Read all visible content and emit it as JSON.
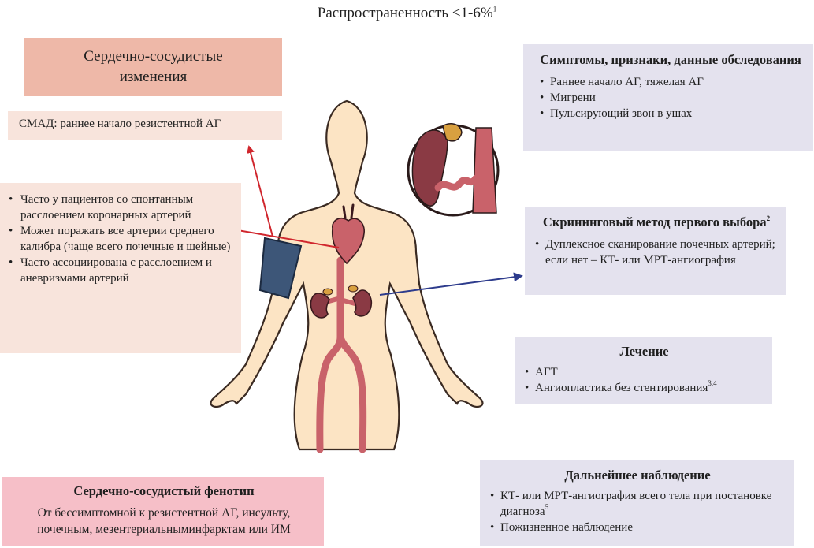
{
  "title": {
    "text": "Распространенность <1-6%",
    "ref": "1"
  },
  "cardiovascular_changes": {
    "text": "Сердечно-сосудистые изменения"
  },
  "abpm": {
    "text": "СМАД: раннее начало резистентной АГ"
  },
  "arteries": {
    "items": [
      "Часто у пациентов со спонтанным расслоением коронарных артерий",
      "Может поражать все артерии среднего калибра (чаще всего почечные и шейные)",
      "Часто ассоциирована с расслоением и аневризмами артерий"
    ]
  },
  "symptoms": {
    "title": "Симптомы, признаки, данные обследования",
    "items": [
      "Раннее начало АГ, тяжелая АГ",
      "Мигрени",
      "Пульсирующий звон в ушах"
    ]
  },
  "screening": {
    "title": "Скрининговый метод первого выбора",
    "ref": "2",
    "items": [
      "Дуплексное сканирование почечных артерий; если нет – КТ- или МРТ-ангиография"
    ]
  },
  "treatment": {
    "title": "Лечение",
    "items": [
      {
        "text": "АГТ",
        "ref": ""
      },
      {
        "text": "Ангиопластика без стентирования",
        "ref": "3,4"
      }
    ]
  },
  "followup": {
    "title": "Дальнейшее наблюдение",
    "items": [
      {
        "text": "КТ- или МРТ-ангиография всего тела при постановке диагноза",
        "ref": "5"
      },
      {
        "text": "Пожизненное наблюдение",
        "ref": ""
      }
    ]
  },
  "phenotype": {
    "title": "Сердечно-сосудистый фенотип",
    "text": "От бессимптомной к резистентной АГ, инсульту, почечным, мезентериальныминфарктам или ИМ"
  },
  "colors": {
    "changes_bg": "#eeb8a8",
    "light_pink_bg": "#f8e4dc",
    "lavender_bg": "#e4e2ee",
    "phenotype_bg": "#f6bfc8",
    "skin": "#fce4c4",
    "artery": "#c9626a",
    "kidney": "#8a3a44",
    "cuff": "#3d5678",
    "arrow_red": "#d0262d",
    "arrow_blue": "#2d3b8c"
  }
}
